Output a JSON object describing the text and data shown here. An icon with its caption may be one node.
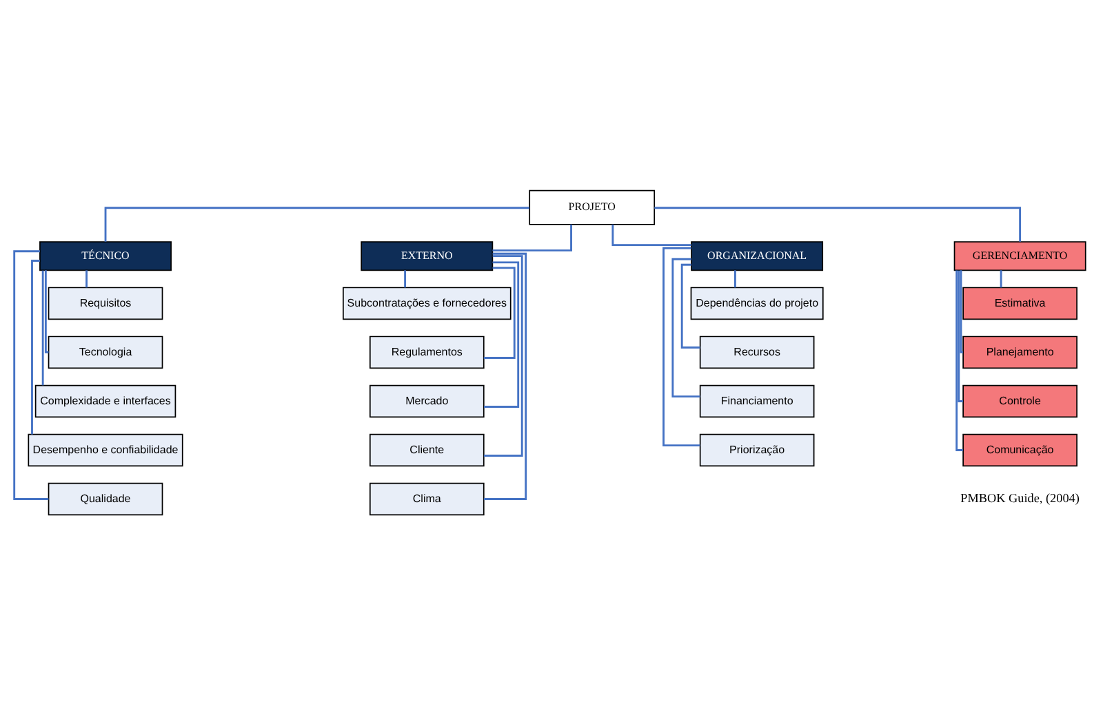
{
  "diagram": {
    "nodes": [
      {
        "text": [
          "PROJETO"
        ]
      },
      {
        "text": [
          "TÉCNICO"
        ]
      },
      {
        "text": [
          "Requisitos"
        ]
      },
      {
        "text": [
          "Tecnologia"
        ]
      },
      {
        "text": [
          "Complexidade e interfaces"
        ]
      },
      {
        "text": [
          "Desempenho e confiabilidade"
        ]
      },
      {
        "text": [
          "Qualidade"
        ]
      },
      {
        "text": [
          "EXTERNO"
        ]
      },
      {
        "text": [
          "Subcontratações e fornecedores"
        ]
      },
      {
        "text": [
          "Regulamentos"
        ]
      },
      {
        "text": [
          "Mercado"
        ]
      },
      {
        "text": [
          "Cliente"
        ]
      },
      {
        "text": [
          "Clima"
        ]
      },
      {
        "text": [
          "ORGANIZACIONAL"
        ]
      },
      {
        "text": [
          "Dependências do projeto"
        ]
      },
      {
        "text": [
          "Recursos"
        ]
      },
      {
        "text": [
          "Financiamento"
        ]
      },
      {
        "text": [
          "Priorização"
        ]
      },
      {
        "text": [
          "GERENCIAMENTO"
        ]
      },
      {
        "text": [
          "Estimativa"
        ]
      },
      {
        "text": [
          "Planejamento"
        ]
      },
      {
        "text": [
          "Controle"
        ]
      },
      {
        "text": [
          "Comunicação"
        ]
      }
    ],
    "edges": [
      {
        "from": 0,
        "to": 1,
        "arrow": "none"
      },
      {
        "from": 0,
        "to": 7,
        "arrow": "none"
      },
      {
        "from": 0,
        "to": 13,
        "arrow": "none"
      },
      {
        "from": 0,
        "to": 18,
        "arrow": "none"
      },
      {
        "from": 1,
        "to": 2,
        "arrow": "none"
      },
      {
        "from": 1,
        "to": 3,
        "arrow": "none"
      },
      {
        "from": 1,
        "to": 4,
        "arrow": "none"
      },
      {
        "from": 1,
        "to": 5,
        "arrow": "none"
      },
      {
        "from": 1,
        "to": 6,
        "arrow": "none"
      },
      {
        "from": 7,
        "to": 8,
        "arrow": "none"
      },
      {
        "from": 7,
        "to": 9,
        "arrow": "none"
      },
      {
        "from": 7,
        "to": 10,
        "arrow": "none"
      },
      {
        "from": 7,
        "to": 11,
        "arrow": "none"
      },
      {
        "from": 7,
        "to": 12,
        "arrow": "none"
      },
      {
        "from": 13,
        "to": 14,
        "arrow": "none"
      },
      {
        "from": 13,
        "to": 15,
        "arrow": "none"
      },
      {
        "from": 13,
        "to": 16,
        "arrow": "none"
      },
      {
        "from": 13,
        "to": 17,
        "arrow": "none"
      },
      {
        "from": 18,
        "to": 19,
        "arrow": "none"
      },
      {
        "from": 18,
        "to": 20,
        "arrow": "none"
      },
      {
        "from": 18,
        "to": 21,
        "arrow": "none"
      },
      {
        "from": 18,
        "to": 22,
        "arrow": "none"
      }
    ],
    "labels": [
      "PMBOK Guide, (2004)"
    ]
  }
}
